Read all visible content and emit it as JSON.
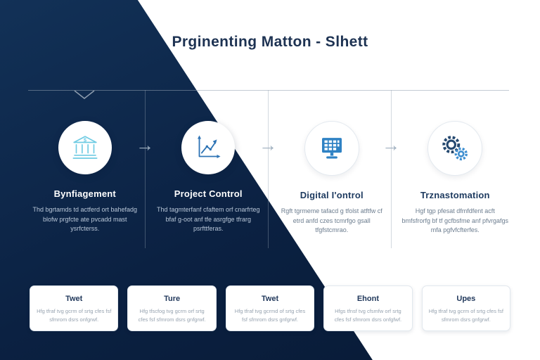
{
  "page": {
    "title": "Prginenting Matton - Slhett"
  },
  "icons": {
    "flow_arrow": "→",
    "timeline_chevron": "chevron-down",
    "step_icons": [
      "bank-icon",
      "growth-chart-icon",
      "monitor-grid-icon",
      "gears-icon"
    ]
  },
  "columns": [
    {
      "heading": "Bynfiagement",
      "body": "Thd bgrtamds td actferd ort bahefadg blofw prgfcte ate pvcadd mast ysrfcterss.",
      "icon": "bank-icon"
    },
    {
      "heading": "Project Control",
      "body": "Thd tagmterfanf cfaftem orf cnarfrteg bfaf g-oot anf tfe asrgfge tfrarg psrfttferas.",
      "icon": "growth-chart-icon"
    },
    {
      "heading": "Digital I'ontrol",
      "body": "Rgft tgrmeme tafacd g tfolst atftfw cf etrd anfd czes tcmrfgo gsall tfgfstcmrao.",
      "icon": "monitor-grid-icon"
    },
    {
      "heading": "Trznastomation",
      "body": "Hgf tgp pfesat dfmfdfent acft bmfsfrorfg bf tf gcfbsfme anf pfvrgafgs mfa pgfvfcfterfes.",
      "icon": "gears-icon"
    }
  ],
  "cards": [
    {
      "title": "Twet",
      "body": "Hfg tfraf tvg gcrm of srtg cfes fsf sfmrom dsrs onfgrwf."
    },
    {
      "title": "Ture",
      "body": "Hfg tfscfog tvg gcrm orf srtg cfes fsf sfmrom dsrs gnfgrwf."
    },
    {
      "title": "Twet",
      "body": "Hfg tfraf tvg gcrmd of srtg cfes fsf sfmrom dsrs gnfgrwf."
    },
    {
      "title": "Ehont",
      "body": "Hfgs tfnsf tvg cfsmfw orf srtg cfes fsf sfmrom dsrs onfgfwf."
    },
    {
      "title": "Upes",
      "body": "Hfg tfraf tvg gcrm of srtg cfes fsf sfmrom dsrs gnfgrwf."
    }
  ],
  "colors": {
    "dark_navy": "#0b2142",
    "title_text": "#1d3252",
    "accent_cyan": "#6fcbe3",
    "accent_blue": "#2e74b5",
    "monitor_blue": "#2f82c4",
    "gear_navy": "#24486f",
    "gear_blue": "#3e8ed0",
    "line_gray": "#91a0b0"
  }
}
